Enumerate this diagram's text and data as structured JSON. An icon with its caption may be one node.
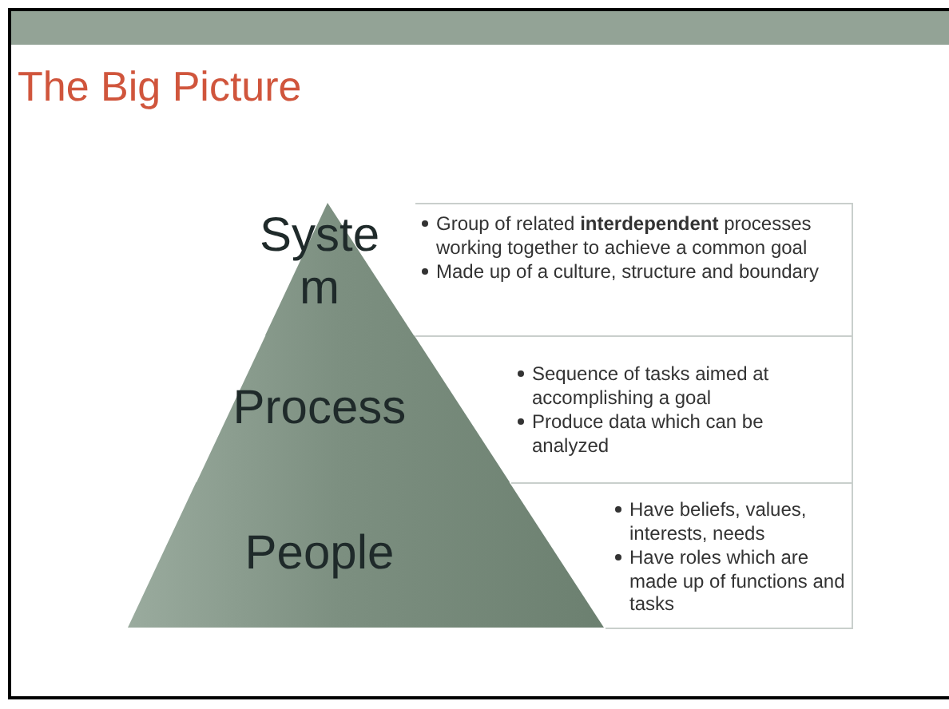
{
  "diagram": {
    "title": "The Big Picture",
    "nodes": [
      {
        "text": [
          "System"
        ]
      },
      {
        "text": [
          "Group of related **interdependent** processes working together to achieve a common goal",
          "Made up of a culture, structure and boundary"
        ]
      },
      {
        "text": [
          "Process"
        ]
      },
      {
        "text": [
          "Sequence of tasks aimed at accomplishing a goal",
          "Produce data which can be analyzed"
        ]
      },
      {
        "text": [
          "People"
        ]
      },
      {
        "text": [
          "Have beliefs, values, interests, needs",
          "Have roles which are made up of functions and tasks"
        ]
      }
    ]
  }
}
